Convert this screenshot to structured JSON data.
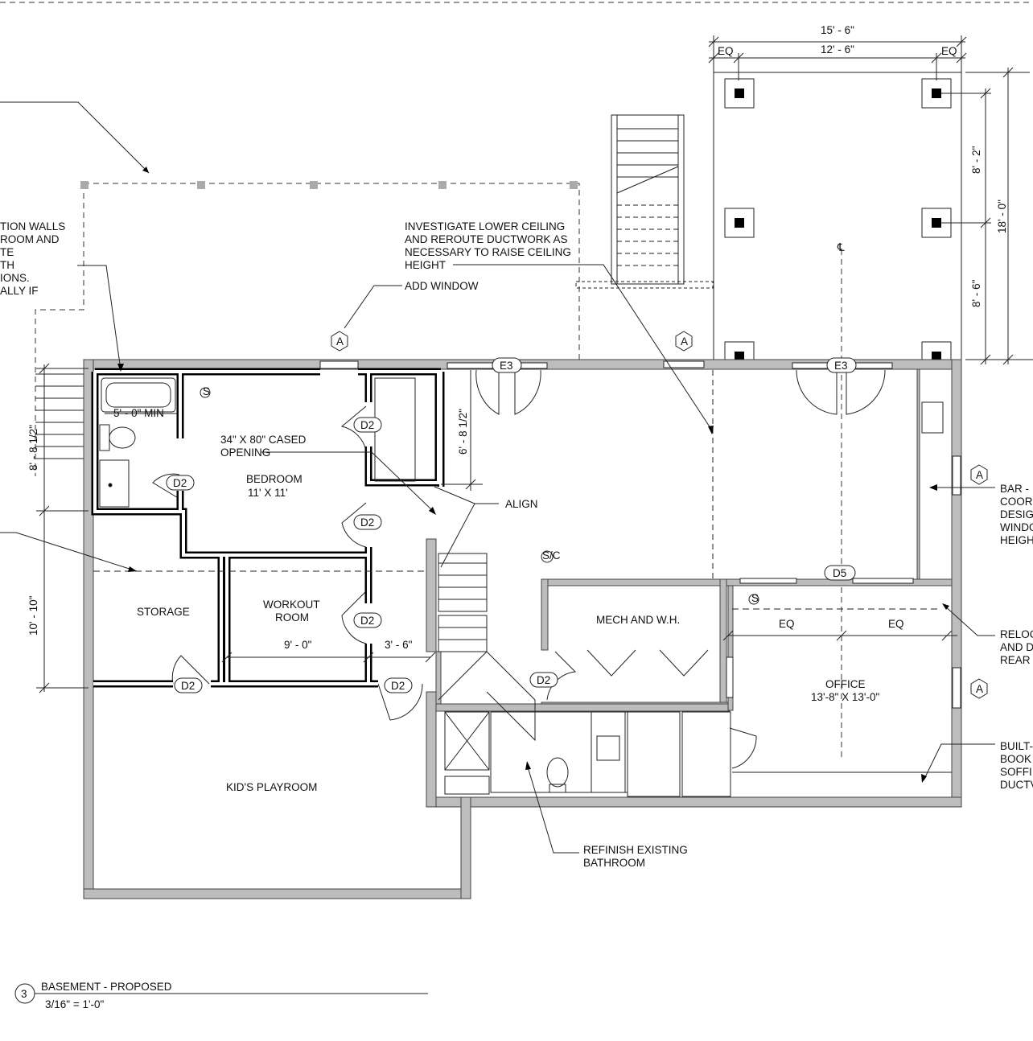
{
  "drawing": {
    "title": "BASEMENT - PROPOSED",
    "scale": "3/16\" = 1'-0\"",
    "number": "3"
  },
  "rooms": {
    "bedroom": "BEDROOM",
    "bedroom_size": "11' X 11'",
    "storage": "STORAGE",
    "workout_1": "WORKOUT",
    "workout_2": "ROOM",
    "mech": "MECH AND W.H.",
    "office": "OFFICE",
    "office_size": "13'-8\" X 13'-0\"",
    "playroom": "KID'S PLAYROOM"
  },
  "notes": {
    "left": [
      "TION WALLS",
      "ROOM AND",
      "TE",
      "TH",
      "IONS.",
      "ALLY IF"
    ],
    "ceiling": [
      "INVESTIGATE LOWER CEILING",
      "AND REROUTE DUCTWORK AS",
      "NECESSARY TO RAISE CEILING",
      "HEIGHT"
    ],
    "add_window": "ADD WINDOW",
    "cased": [
      "34\" X 80\" CASED",
      "OPENING"
    ],
    "align": "ALIGN",
    "bar": [
      "BAR -",
      "COOR",
      "DESIG",
      "WINDO",
      "HEIGH"
    ],
    "reloc": [
      "RELOC",
      "AND D",
      "REAR"
    ],
    "built": [
      "BUILT-",
      "BOOK",
      "SOFFI",
      "DUCTV"
    ],
    "bath": [
      "REFINISH EXISTING",
      "BATHROOM"
    ],
    "min": "5' - 0\" MIN"
  },
  "tags": {
    "door_d2": "D2",
    "door_d5": "D5",
    "door_e3": "E3",
    "window_a": "A",
    "smoke": "S",
    "smoke_co": "S/C"
  },
  "dimensions": {
    "porch_overall": "15' - 6\"",
    "porch_inner": "12' - 6\"",
    "eq": "EQ",
    "porch_depth": "18' - 0\"",
    "porch_upper": "8' - 2\"",
    "porch_lower": "8' - 6\"",
    "left_upper": "8' - 8 1/2\"",
    "left_lower": "10' - 10\"",
    "door_height": "6' - 8 1/2\"",
    "workout_width": "9' - 0\"",
    "hall_width": "3' - 6\"",
    "centerline": "℄"
  }
}
